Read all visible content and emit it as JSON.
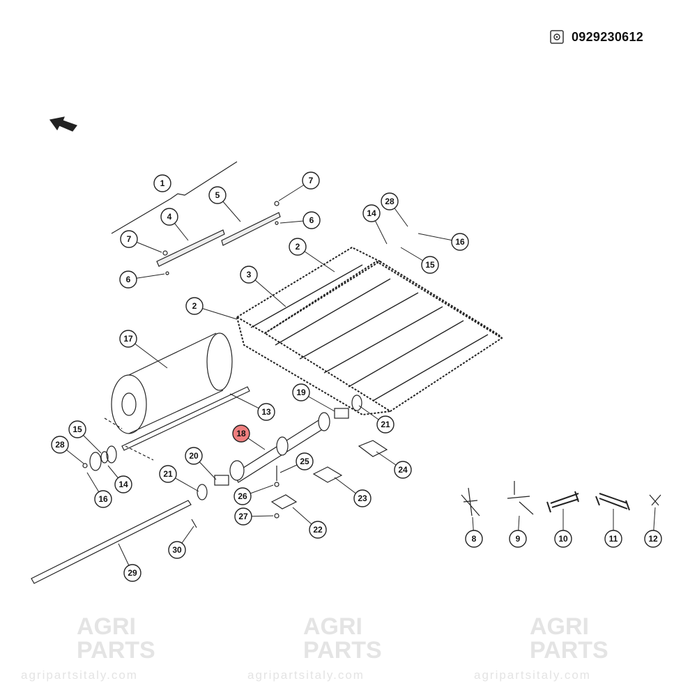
{
  "header": {
    "part_number": "0929230612",
    "icon": "drawing-sheet-icon"
  },
  "watermark": {
    "line1": "AGRI",
    "line2": "PARTS",
    "url": "agripartsitaly.com"
  },
  "highlight_color": "#ef7f7f",
  "callouts": [
    "1",
    "4",
    "5",
    "7",
    "6",
    "7",
    "6",
    "2",
    "3",
    "2",
    "17",
    "28",
    "14",
    "16",
    "15",
    "19",
    "21",
    "13",
    "18",
    "15",
    "28",
    "14",
    "16",
    "20",
    "25",
    "24",
    "21",
    "23",
    "26",
    "27",
    "22",
    "30",
    "29",
    "8",
    "9",
    "10",
    "11",
    "12"
  ],
  "selected_callout": "18"
}
